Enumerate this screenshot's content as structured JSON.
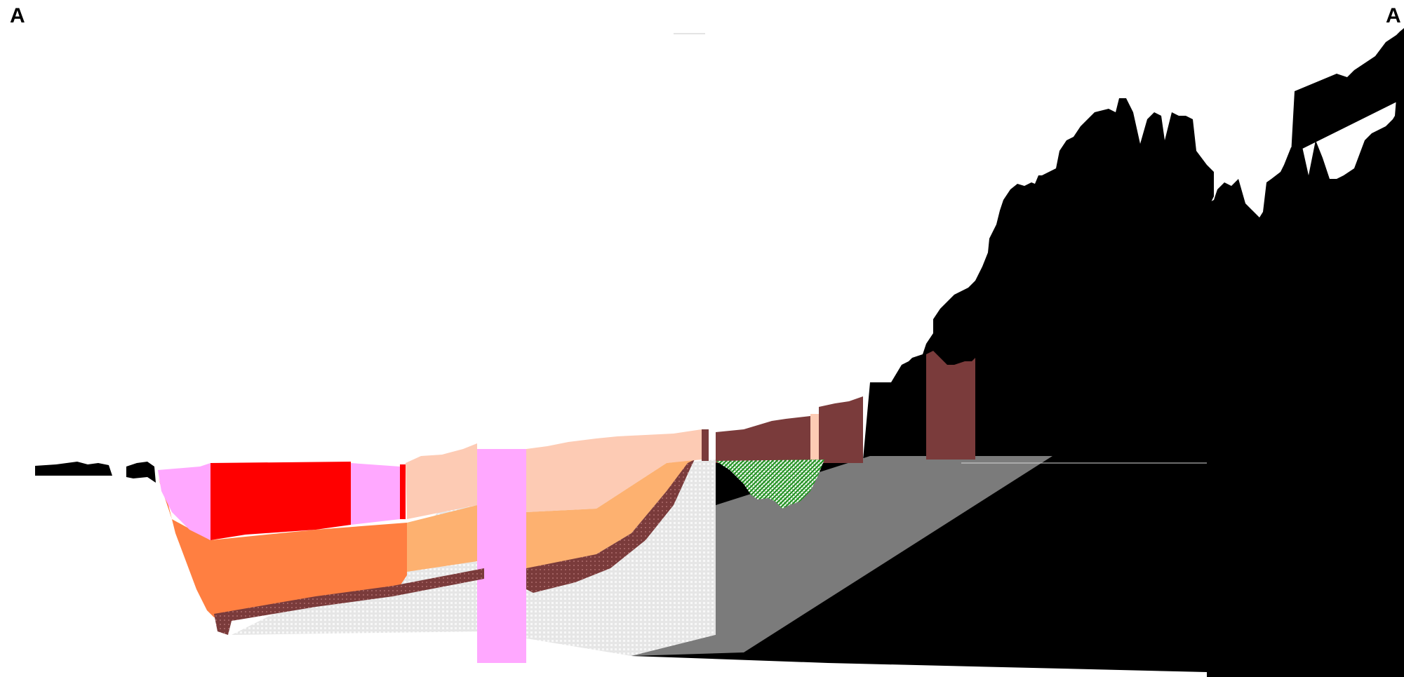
{
  "labels": {
    "left": "A",
    "right": "A"
  },
  "units": [
    {
      "name": "basement-light-grey",
      "color": "#e4e4e4"
    },
    {
      "name": "basement-white-speckle",
      "color": "#f3f3f3"
    },
    {
      "name": "brown-fill",
      "color": "#7a3b3b"
    },
    {
      "name": "orange-fill",
      "color": "#ff7f41"
    },
    {
      "name": "light-orange-fill",
      "color": "#fdb170"
    },
    {
      "name": "peach-fill",
      "color": "#fdcbb4"
    },
    {
      "name": "pink-fill",
      "color": "#ffa8ff"
    },
    {
      "name": "red-fill",
      "color": "#ff0000"
    },
    {
      "name": "green-hatch",
      "color": "#1f8a1f"
    },
    {
      "name": "black-fill",
      "color": "#000000"
    }
  ]
}
